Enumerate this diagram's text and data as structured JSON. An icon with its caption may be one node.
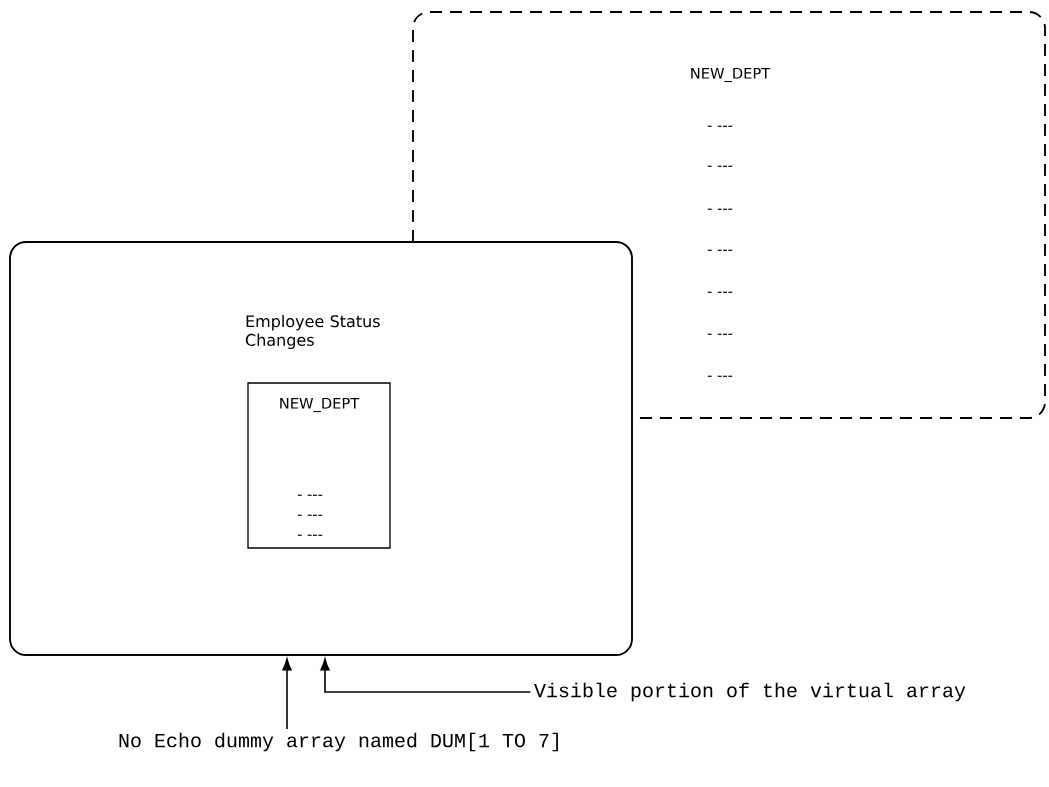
{
  "diagram": {
    "nodes": [
      {
        "text": [
          "Employee Status Changes"
        ]
      },
      {
        "text": [
          "NEW_DEPT",
          "- ---",
          "- ---",
          "- ---"
        ],
        "in": 0
      },
      {
        "text": [
          "NEW_DEPT",
          "- ---",
          "- ---",
          "- ---",
          "- ---",
          "- ---",
          "- ---",
          "- ---"
        ]
      },
      {
        "text": [
          "Visible portion of the virtual array"
        ]
      },
      {
        "text": [
          "No Echo dummy array named DUM[1 TO 7]"
        ]
      }
    ],
    "edges": [
      {
        "from": 4,
        "to": 0,
        "arrow": "to"
      },
      {
        "from": 3,
        "to": 0,
        "arrow": "to"
      }
    ]
  }
}
